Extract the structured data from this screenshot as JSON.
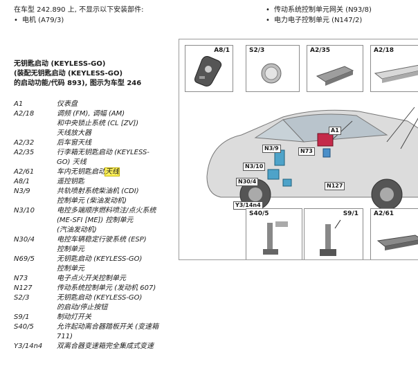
{
  "intro": {
    "line1": "在车型 242.890 上, 不显示以下安装部件:",
    "bullet1": "电机 (A79/3)"
  },
  "right_bullets": [
    "传动系统控制单元网关 (N93/8)",
    "电力电子控制单元 (N147/2)"
  ],
  "section": {
    "title1": "无钥匙启动 (KEYLESS-GO)",
    "title2": "(装配无钥匙启动 (KEYLESS-GO)",
    "title3": "的启动功能/代码 893), 图示为车型 246"
  },
  "legend": [
    {
      "code": "A1",
      "lines": [
        "仪表盘"
      ]
    },
    {
      "code": "A2/18",
      "lines": [
        "调频 (FM), 调幅 (AM)",
        "和中央锁止系统 (CL [ZV])",
        "天线放大器"
      ]
    },
    {
      "code": "A2/32",
      "lines": [
        "后车窗天线"
      ]
    },
    {
      "code": "A2/35",
      "lines": [
        "行李箱无钥匙启动 (KEYLESS-",
        "GO) 天线"
      ]
    },
    {
      "code": "A2/61",
      "lines": [
        "车内无钥匙启动"
      ],
      "highlight": "天线"
    },
    {
      "code": "A8/1",
      "lines": [
        "遥控钥匙"
      ]
    },
    {
      "code": "N3/9",
      "lines": [
        "共轨喷射系统柴油机 (CDI)",
        "控制单元 (柴油发动机)"
      ]
    },
    {
      "code": "N3/10",
      "lines": [
        "电控多端顺序燃料喷注/点火系统",
        "(ME-SFI [ME]) 控制单元",
        "(汽油发动机)"
      ]
    },
    {
      "code": "N30/4",
      "lines": [
        "电控车辆稳定行驶系统 (ESP)",
        "控制单元"
      ]
    },
    {
      "code": "N69/5",
      "lines": [
        "无钥匙启动 (KEYLESS-GO)",
        "控制单元"
      ]
    },
    {
      "code": "N73",
      "lines": [
        "电子点火开关控制单元"
      ]
    },
    {
      "code": "N127",
      "lines": [
        "传动系统控制单元 (发动机 607)"
      ]
    },
    {
      "code": "S2/3",
      "lines": [
        "无钥匙启动 (KEYLESS-GO)",
        "的启动/停止按钮"
      ]
    },
    {
      "code": "S9/1",
      "lines": [
        "制动灯开关"
      ]
    },
    {
      "code": "S40/5",
      "lines": [
        "允许起动离合器踏板开关 (变速箱",
        "711)"
      ]
    },
    {
      "code": "Y3/14n4",
      "lines": [
        "双离合器变速箱完全集成式变速"
      ]
    }
  ],
  "figure": {
    "top_boxes": [
      "A8/1",
      "S2/3",
      "A2/35",
      "A2/18"
    ],
    "bottom_boxes": [
      "S40/5",
      "S9/1",
      "A2/61"
    ],
    "callouts": [
      "A1",
      "N73",
      "N3/9",
      "N3/10",
      "N30/4",
      "N127",
      "Y3/14n4"
    ]
  }
}
